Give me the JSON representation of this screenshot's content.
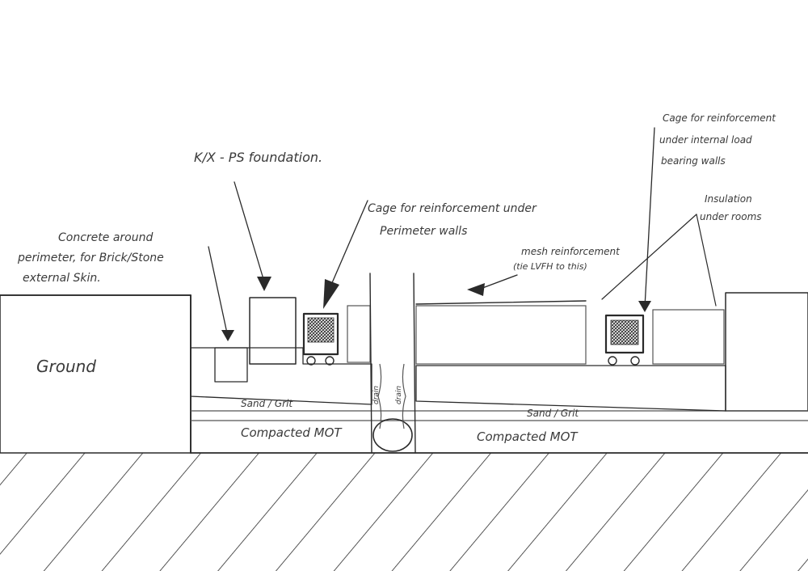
{
  "labels": {
    "ground": "Ground",
    "concrete_perimeter_1": "Concrete around",
    "concrete_perimeter_2": "perimeter, for Brick/Stone",
    "concrete_perimeter_3": "external Skin.",
    "foundation": "K/X - PS foundation.",
    "cage_perimeter_1": "Cage for reinforcement under",
    "cage_perimeter_2": "Perimeter walls",
    "cage_internal_1": "Cage for reinforcement",
    "cage_internal_2": "under internal load",
    "cage_internal_3": "bearing walls",
    "insulation_1": "Insulation",
    "insulation_2": "under rooms",
    "mesh_1": "mesh reinforcement",
    "mesh_2": "(tie LVFH to this)",
    "sand_grit_left": "Sand / Grit",
    "sand_grit_right": "Sand / Grit",
    "compacted_left": "Compacted MOT",
    "compacted_right": "Compacted MOT",
    "drain_left": "drain",
    "drain_right": "drain"
  },
  "colors": {
    "ink": "#2a2a2a",
    "paper": "#ffffff"
  }
}
